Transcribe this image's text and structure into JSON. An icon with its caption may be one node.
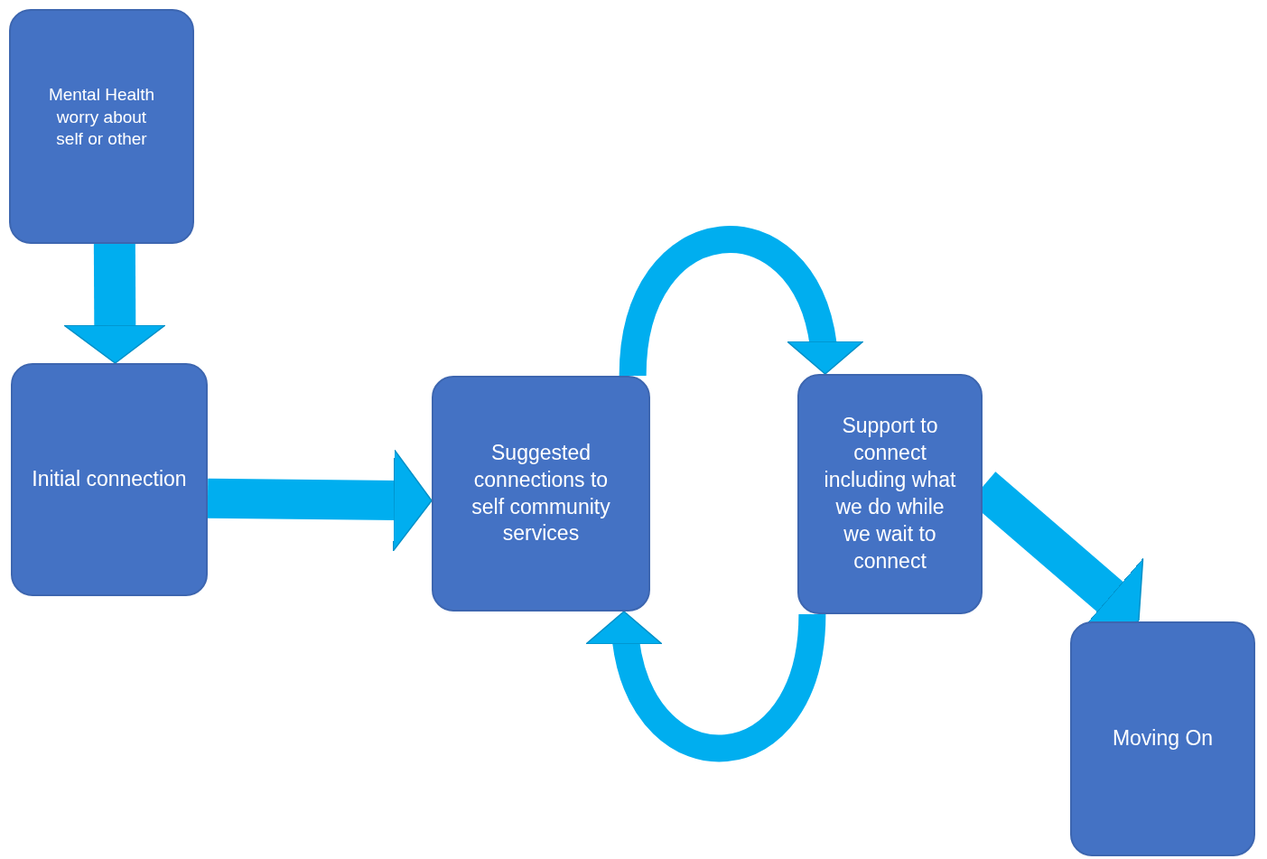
{
  "diagram": {
    "nodes": [
      {
        "text": [
          "Mental Health worry about self or other"
        ]
      },
      {
        "text": [
          "Initial connection"
        ]
      },
      {
        "text": [
          "Suggested connections to self community services"
        ]
      },
      {
        "text": [
          "Support to connect including what we do while we wait to connect"
        ]
      },
      {
        "text": [
          "Moving On"
        ]
      }
    ],
    "edges": [
      {
        "from": 0,
        "to": 1,
        "arrow": "to"
      },
      {
        "from": 1,
        "to": 2,
        "arrow": "to"
      },
      {
        "from": 2,
        "to": 3,
        "arrow": "to"
      },
      {
        "from": 3,
        "to": 2,
        "arrow": "to"
      },
      {
        "from": 3,
        "to": 4,
        "arrow": "to"
      }
    ]
  }
}
